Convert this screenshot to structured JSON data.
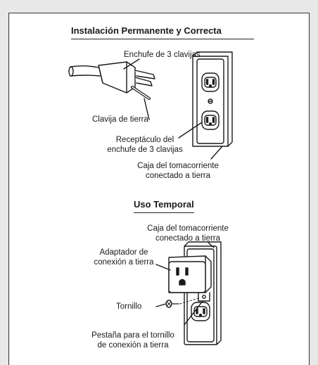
{
  "permanent": {
    "heading": "Instalación Permanente y Correcta",
    "plug_label": "Enchufe de 3 clavijas",
    "ground_pin_label": "Clavija de tierra",
    "receptacle_label_line1": "Receptáculo del",
    "receptacle_label_line2": "enchufe de 3 clavijas",
    "box_label_line1": "Caja del tomacorriente",
    "box_label_line2": "conectado a tierra"
  },
  "temporary": {
    "heading": "Uso Temporal",
    "box_label_line1": "Caja del tomacorriente",
    "box_label_line2": "conectado a tierra",
    "adapter_label_line1": "Adaptador de",
    "adapter_label_line2": "conexión a tierra",
    "screw_label": "Tornillo",
    "tab_label_line1": "Pestaña para el tornillo",
    "tab_label_line2": "de conexión a tierra"
  }
}
